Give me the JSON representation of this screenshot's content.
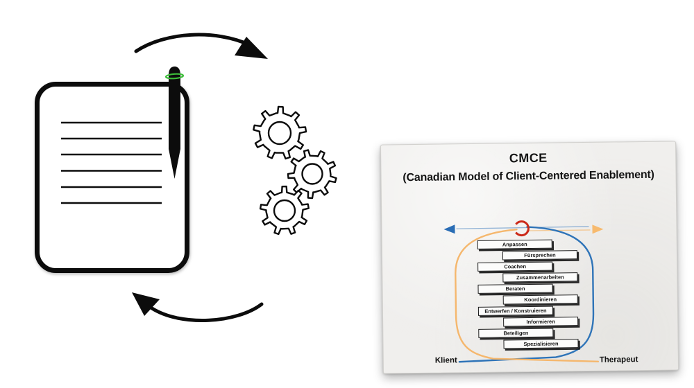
{
  "card": {
    "title": "CMCE",
    "subtitle": "(Canadian Model of Client-Centered Enablement)",
    "items": [
      "Anpassen",
      "Fürsprechen",
      "Coachen",
      "Zusammenarbeiten",
      "Beraten",
      "Koordinieren",
      "Entwerfen / Konstruieren",
      "Informieren",
      "Beteiligen",
      "Spezialisieren"
    ],
    "client_label": "Klient",
    "therapist_label": "Therapeut",
    "colors": {
      "client_blue": "#2f74b8",
      "client_blue_thin": "#7aa3cf",
      "client_arrowhead": "#2a6db5",
      "therapist_orange": "#f5b76d",
      "therapist_orange_thin": "#f3c48a",
      "therapist_arrowhead": "#f7ba6e",
      "ring_red": "#cb2a1a"
    }
  },
  "left_graphic": {
    "colors": {
      "ink_black": "#0c0c0c",
      "pen_band_green": "#3dbd3a"
    },
    "icons": {
      "notepad": "notepad-icon",
      "pen": "pen-icon",
      "gears": "gears-icon",
      "cycle_arrow_top": "cycle-arrow-top-icon",
      "cycle_arrow_bottom": "cycle-arrow-bottom-icon"
    },
    "notepad_line_count": 6,
    "gear_count": 3
  }
}
